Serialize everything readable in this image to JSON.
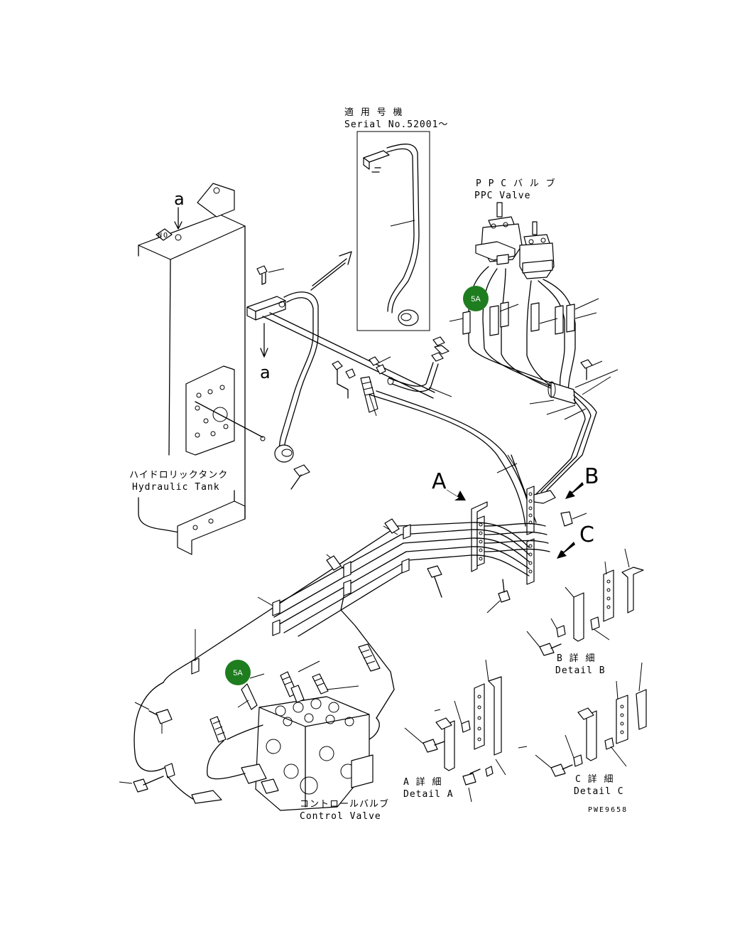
{
  "labels": {
    "serial_ja": "適 用 号 機",
    "serial_en": "Serial No.52001〜",
    "ppc_ja": "P P C バ ル ブ",
    "ppc_en": "PPC Valve",
    "tank_ja": "ハイドロリックタンク",
    "tank_en": "Hydraulic Tank",
    "control_ja": "コントロールバルブ",
    "control_en": "Control Valve",
    "detail_a_ja": "A 詳 細",
    "detail_a_en": "Detail A",
    "detail_b_ja": "B 詳 細",
    "detail_b_en": "Detail B",
    "detail_c_ja": "C 詳 細",
    "detail_c_en": "Detail C",
    "ref_a_top": "a",
    "ref_a_bottom": "a",
    "view_a": "A",
    "view_b": "B",
    "view_c": "C",
    "drawing_no": "PWE9658"
  },
  "badges": {
    "top": "5A",
    "bottom": "5A",
    "color": "#1e7d1e"
  }
}
